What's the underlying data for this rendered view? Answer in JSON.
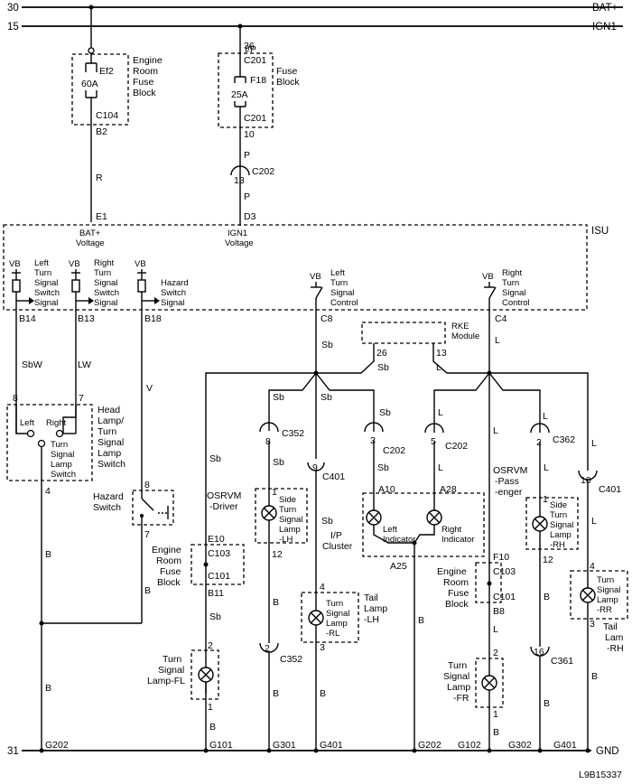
{
  "rails": {
    "bat_num": "30",
    "bat_label": "BAT+",
    "ign_num": "15",
    "ign_label": "IGN1",
    "gnd_num": "31",
    "gnd_label": "GND"
  },
  "fuses": {
    "ef2": {
      "name": "Ef2",
      "amp": "60A",
      "block": [
        "Engine",
        "Room",
        "Fuse",
        "Block"
      ],
      "conn": "C104",
      "pin": "B2"
    },
    "f18": {
      "pin_top": "36",
      "conn_top": "C201",
      "name": "F18",
      "amp": "25A",
      "block": [
        "I/P",
        "Fuse",
        "Block"
      ],
      "conn_bot": "C201",
      "pin_bot": "10"
    }
  },
  "wires": {
    "r": "R",
    "p1": "P",
    "p2": "P",
    "c202_pin": "13",
    "c202": "C202",
    "sbw": "SbW",
    "lw": "LW",
    "v": "V",
    "sb": "Sb",
    "l": "L",
    "b": "B"
  },
  "isu": {
    "label": "ISU",
    "e1": "E1",
    "d3": "D3",
    "bat_voltage": [
      "BAT+",
      "Voltage"
    ],
    "ign_voltage": [
      "IGN1",
      "Voltage"
    ],
    "vb": "VB",
    "left_switch": [
      "Left",
      "Turn",
      "Signal",
      "Switch",
      "Signal"
    ],
    "right_switch": [
      "Right",
      "Turn",
      "Signal",
      "Switch",
      "Signal"
    ],
    "hazard_switch": [
      "Hazard",
      "Switch",
      "Signal"
    ],
    "left_control": [
      "Left",
      "Turn",
      "Signal",
      "Control"
    ],
    "right_control": [
      "Right",
      "Turn",
      "Signal",
      "Control"
    ],
    "b14": "B14",
    "b13": "B13",
    "b18": "B18",
    "c8": "C8",
    "c4": "C4"
  },
  "rke": {
    "label": [
      "RKE",
      "Module"
    ],
    "pin26": "26",
    "pin13": "13"
  },
  "headlamp_switch": {
    "pin8": "8",
    "pin7": "7",
    "pin4": "4",
    "left": "Left",
    "right": "Right",
    "label": [
      "Head",
      "Lamp/",
      "Turn",
      "Signal",
      "Lamp",
      "Switch"
    ],
    "inner": [
      "Turn",
      "Signal",
      "Lamp",
      "Switch"
    ]
  },
  "hazard": {
    "label": [
      "Hazard",
      "Switch"
    ],
    "pin8": "8",
    "pin7": "7"
  },
  "connectors": {
    "c352_pin": "8",
    "c352": "C352",
    "c401_pin": "9",
    "c401": "C401",
    "c202a_pin": "3",
    "c202a": "C202",
    "c202b_pin": "5",
    "c202b": "C202",
    "c362_pin": "2",
    "c362": "C362",
    "c401r_pin": "10",
    "c401r": "C401",
    "c352b_pin": "2",
    "c352b": "C352",
    "c361_pin": "16",
    "c361": "C361"
  },
  "cluster": {
    "a10": "A10",
    "a28": "A28",
    "a25": "A25",
    "left": [
      "Left",
      "Indicator"
    ],
    "right": [
      "Right",
      "Indicator"
    ],
    "label": [
      "I/P",
      "Cluster"
    ]
  },
  "osrvm_driver": {
    "label": [
      "OSRVM",
      "-Driver"
    ],
    "lamp": [
      "Side",
      "Turn",
      "Signal",
      "Lamp",
      "-LH"
    ],
    "pin1": "1",
    "pin12": "12"
  },
  "osrvm_pass": {
    "label": [
      "OSRVM",
      "-Pass",
      "-enger"
    ],
    "lamp": [
      "Side",
      "Turn",
      "Signal",
      "Lamp",
      "-RH"
    ],
    "pin1": "1",
    "pin12": "12"
  },
  "erfb_left": {
    "label": [
      "Engine",
      "Room",
      "Fuse",
      "Block"
    ],
    "e10": "E10",
    "c103": "C103",
    "c101": "C101",
    "b11": "B11"
  },
  "erfb_right": {
    "label": [
      "Engine",
      "Room",
      "Fuse",
      "Block"
    ],
    "f10": "F10",
    "c103": "C103",
    "c101": "C101",
    "b8": "B8"
  },
  "lamps": {
    "fl": {
      "label": [
        "Turn",
        "Signal",
        "Lamp-FL"
      ],
      "pin2": "2",
      "pin1": "1"
    },
    "fr": {
      "label": [
        "Turn",
        "Signal",
        "Lamp",
        "-FR"
      ],
      "pin2": "2",
      "pin1": "1"
    },
    "tail_lh": {
      "label": [
        "Tail",
        "Lamp",
        "-LH"
      ],
      "inner": [
        "Turn",
        "Signal",
        "Lamp",
        "-RL"
      ],
      "pin4": "4",
      "pin3": "3"
    },
    "tail_rh": {
      "label": [
        "Tail",
        "Lam",
        "-RH"
      ],
      "inner": [
        "Turn",
        "Signal",
        "Lamp",
        "-RR"
      ],
      "pin4": "4",
      "pin3": "3"
    }
  },
  "grounds": [
    "G202",
    "G101",
    "G301",
    "G401",
    "G202",
    "G102",
    "G302",
    "G401"
  ],
  "diagram_id": "L9B15337"
}
